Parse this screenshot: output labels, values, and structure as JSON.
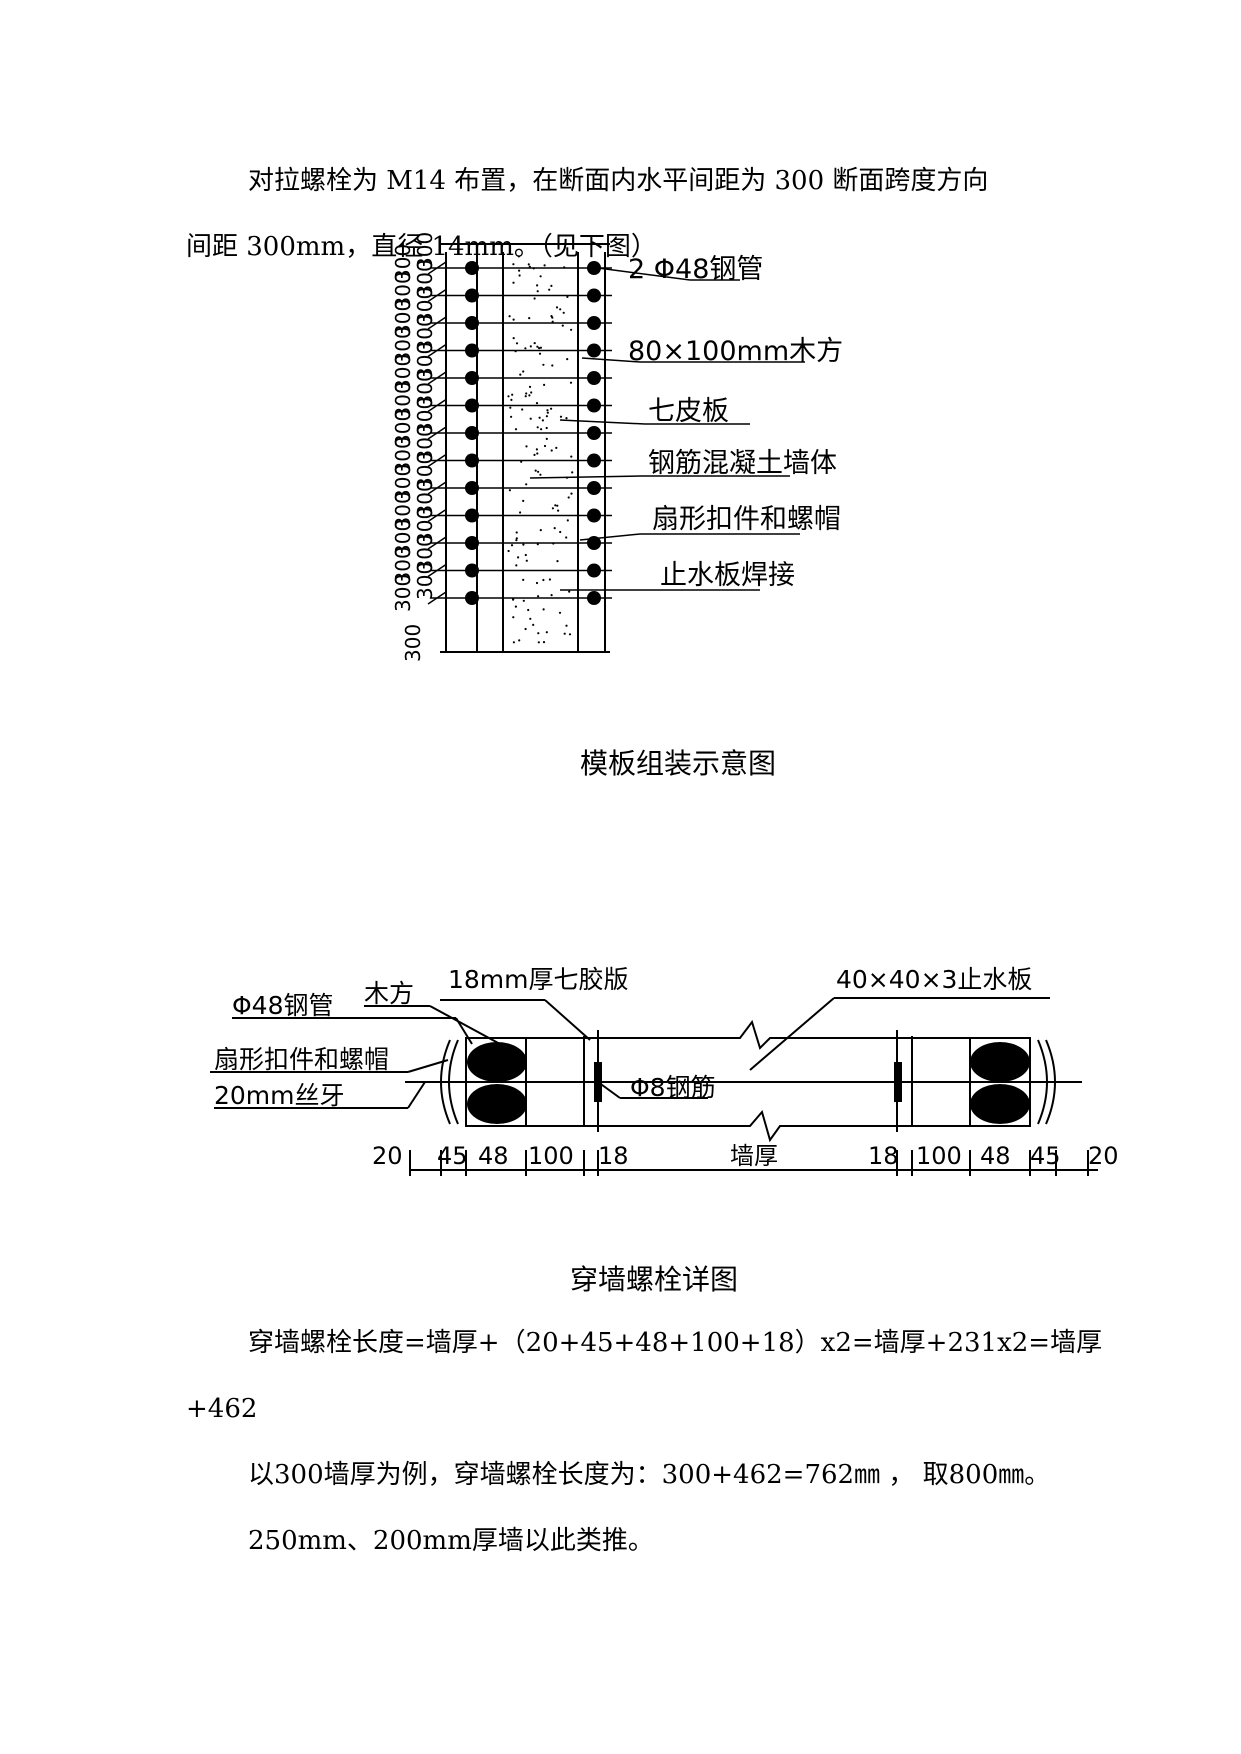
{
  "doc": {
    "para1_line1": "对拉螺栓为 M14 布置，在断面内水平间距为 300 断面跨度方向",
    "para1_line2": "间距 300mm，直径 14mm。（见下图）",
    "fig1": {
      "caption": "模板组装示意图",
      "dim_outer": [
        "300",
        "300",
        "300",
        "300",
        "300",
        "300",
        "300",
        "300",
        "300",
        "300",
        "300",
        "300",
        "300"
      ],
      "dim_inner": [
        "300",
        "300",
        "300",
        "300",
        "300",
        "300",
        "300",
        "300",
        "300",
        "300",
        "300",
        "300",
        "300"
      ],
      "dim_bottom": "300",
      "labels": [
        "2 Φ48钢管",
        "80×100mm木方",
        "七皮板",
        "钢筋混凝土墙体",
        "扇形扣件和螺帽",
        "止水板焊接"
      ]
    },
    "fig2": {
      "caption": "穿墙螺栓详图",
      "labels": {
        "steel_pipe": "Φ48钢管",
        "timber": "木方",
        "plywood": "18mm厚七胶版",
        "waterstop": "40×40×3止水板",
        "clip_nut": "扇形扣件和螺帽",
        "thread": "20mm丝牙",
        "rebar": "Φ8钢筋"
      },
      "dims_left": [
        "20",
        "45",
        "48",
        "100",
        "18"
      ],
      "dim_center": "墙厚",
      "dims_right": [
        "18",
        "100",
        "48",
        "45",
        "20"
      ]
    },
    "formula_line1": "穿墙螺栓长度=墙厚+（20+45+48+100+18）x2=墙厚+231x2=墙厚",
    "formula_line2": "+462",
    "example_line": "以300墙厚为例，穿墙螺栓长度为：300+462=762㎜ ，  取800㎜。",
    "note_line": "250mm、200mm厚墙以此类推。"
  }
}
